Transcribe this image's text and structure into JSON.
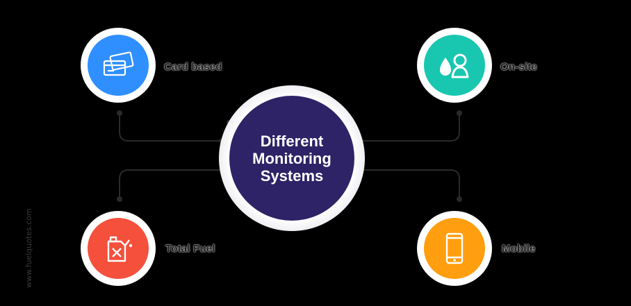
{
  "center": {
    "title": "Different Monitoring Systems"
  },
  "nodes": [
    {
      "id": "card-based",
      "label": "Card based",
      "icon": "credit-cards-icon",
      "color": "#2f8fff"
    },
    {
      "id": "onsite",
      "label": "On-site",
      "icon": "people-icon",
      "color": "#19c7b0"
    },
    {
      "id": "total-fuel",
      "label": "Total Fuel",
      "icon": "fuel-can-icon",
      "color": "#f4503c"
    },
    {
      "id": "mobile",
      "label": "Mobile",
      "icon": "mobile-phone-icon",
      "color": "#ff9e0f"
    }
  ],
  "watermark": "www.fuelquotes.com",
  "colors": {
    "center": "#2d2366",
    "connector": "#1e1e1e"
  }
}
